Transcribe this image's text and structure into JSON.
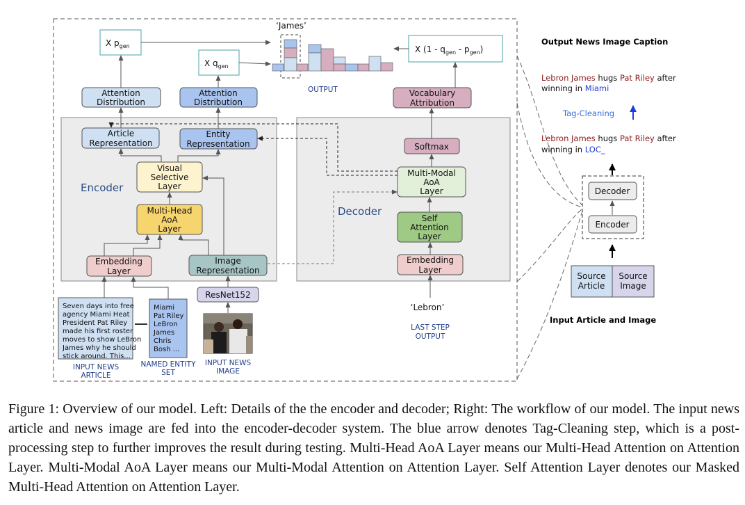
{
  "diagram": {
    "top_label": "‘James’",
    "output_label": "OUTPUT",
    "p_gen_box": "X p",
    "p_gen_sub": "gen",
    "q_gen_box": "X q",
    "q_gen_sub": "gen",
    "vocab_weight_prefix": "X (1 - q",
    "vocab_weight_sub1": "gen",
    "vocab_weight_mid": " - p",
    "vocab_weight_sub2": "gen",
    "vocab_weight_suffix": ")",
    "attn_dist_1": [
      "Attention",
      "Distribution"
    ],
    "attn_dist_2": [
      "Attention",
      "Distribution"
    ],
    "vocab_attr": [
      "Vocabulary",
      "Attribution"
    ],
    "article_rep": [
      "Article",
      "Representation"
    ],
    "entity_rep": [
      "Entity",
      "Representation"
    ],
    "visual_selective": [
      "Visual",
      "Selective",
      "Layer"
    ],
    "multihead_aoa": [
      "Multi-Head",
      "AoA",
      "Layer"
    ],
    "embedding_enc": [
      "Embedding",
      "Layer"
    ],
    "image_rep": [
      "Image",
      "Representation"
    ],
    "resnet": "ResNet152",
    "softmax": "Softmax",
    "multimodal_aoa": [
      "Multi-Modal",
      "AoA",
      "Layer"
    ],
    "self_attention": [
      "Self",
      "Attention",
      "Layer"
    ],
    "embedding_dec": [
      "Embedding",
      "Layer"
    ],
    "encoder_label": "Encoder",
    "decoder_label": "Decoder",
    "lebron_label": "‘Lebron’",
    "last_step": [
      "LAST STEP",
      "OUTPUT"
    ],
    "article_text": [
      "Seven days into free",
      "agency Miami Heat",
      "President Pat Riley",
      "made his first roster",
      "moves to show LeBron",
      "James why he should",
      "stick around. This..."
    ],
    "entity_list": [
      "Miami",
      "Pat Riley",
      "LeBron",
      "James",
      "Chris",
      "Bosh ..."
    ],
    "input_article_label": [
      "INPUT NEWS",
      "ARTICLE"
    ],
    "entity_set_label": [
      "NAMED ENTITY",
      "SET"
    ],
    "input_image_label": [
      "INPUT NEWS",
      "IMAGE"
    ]
  },
  "workflow": {
    "output_title": "Output News Image Caption",
    "caption_final": [
      {
        "text": "Lebron James",
        "color": "#8b1a1a"
      },
      {
        "text": " hugs ",
        "color": "#111111"
      },
      {
        "text": "Pat Riley",
        "color": "#8b1a1a"
      },
      {
        "text": " after",
        "color": "#111111"
      }
    ],
    "caption_final_line2": [
      {
        "text": "winning in ",
        "color": "#111111"
      },
      {
        "text": "Miami",
        "color": "#1f3dd6"
      }
    ],
    "tag_cleaning": "Tag-Cleaning",
    "caption_raw": [
      {
        "text": "Lebron James",
        "color": "#8b1a1a"
      },
      {
        "text": " hugs ",
        "color": "#111111"
      },
      {
        "text": "Pat Riley",
        "color": "#8b1a1a"
      },
      {
        "text": " after",
        "color": "#111111"
      }
    ],
    "caption_raw_line2": [
      {
        "text": "winning in ",
        "color": "#111111"
      },
      {
        "text": "LOC_",
        "color": "#1f3dd6"
      }
    ],
    "decoder": "Decoder",
    "encoder": "Encoder",
    "source_article": [
      "Source",
      "Article"
    ],
    "source_image": [
      "Source",
      "Image"
    ],
    "input_title": "Input Article and Image"
  },
  "colors": {
    "blue_light": "#cfe0f2",
    "blue_mid": "#a9c4ef",
    "pink": "#d6aec0",
    "yellow_light": "#fdf3cf",
    "yellow": "#f7d56e",
    "salmon": "#efcdcd",
    "teal": "#a8c5c5",
    "lavender": "#d7d5ec",
    "green_light": "#e2efd9",
    "green": "#9fca85",
    "gray_panel": "#ececec"
  },
  "caption": "Figure 1: Overview of our model. Left: Details of the the encoder and decoder; Right: The workflow of our model. The input news article and news image are fed into the encoder-decoder system. The blue arrow denotes Tag-Cleaning step, which is a post-processing step to further improves the result during testing. Multi-Head AoA Layer means our Multi-Head Attention on Attention Layer. Multi-Modal AoA Layer means our Multi-Modal Attention on Attention Layer. Self Attention Layer denotes our Masked Multi-Head Attention on Attention Layer."
}
